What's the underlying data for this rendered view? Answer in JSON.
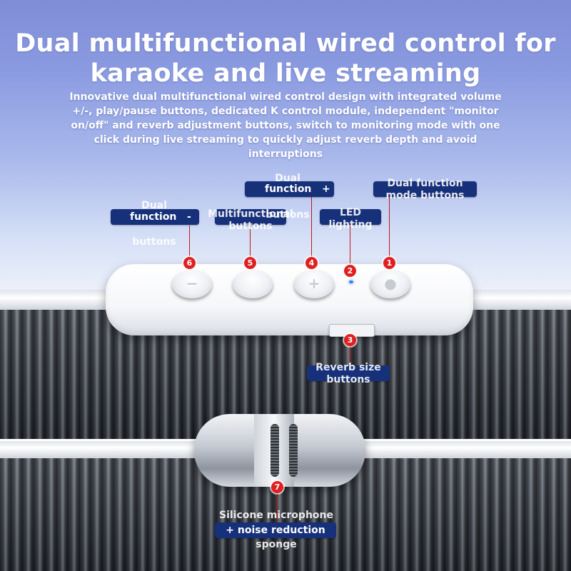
{
  "header": {
    "title_line1": "Dual multifunctional wired control for",
    "title_line2": "karaoke and live streaming",
    "description": "Innovative dual multifunctional wired control design with integrated volume +/-, play/pause buttons, dedicated K control module, independent \"monitor on/off\" and reverb adjustment buttons, switch to monitoring mode with one click during live streaming to quickly adjust reverb depth and avoid interruptions"
  },
  "remote": {
    "buttons": [
      {
        "number": "6",
        "symbol": "−"
      },
      {
        "number": "5",
        "symbol": ""
      },
      {
        "number": "4",
        "symbol": "+"
      },
      {
        "number": "1",
        "symbol": "●"
      }
    ],
    "led_number": "2",
    "slider_number": "3"
  },
  "mic": {
    "number": "7"
  },
  "callouts": {
    "dual_minus": {
      "label": "function",
      "symbol": "-",
      "ghost": "Dual\n\n\nbuttons"
    },
    "multifunctional": {
      "label": "Multifunctional\nbuttons"
    },
    "dual_plus": {
      "label": "function",
      "symbol": "+",
      "ghost": "Dual\n\n\nbuttons"
    },
    "led": {
      "label": "LED\nlighting"
    },
    "dual_mode": {
      "label": "Dual function\nmode buttons"
    },
    "reverb": {
      "label": "Reverb size\nbuttons"
    },
    "microphone": {
      "line1": "Silicone microphone",
      "line2": "+ noise reduction",
      "line3": "sponge"
    }
  },
  "colors": {
    "badge": "#e02020",
    "pill": "#17307a",
    "led": "#3b7cf0"
  }
}
